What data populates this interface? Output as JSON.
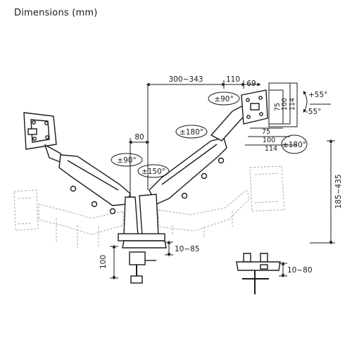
{
  "title": "Dimensions (mm)",
  "dimensions": {
    "arm_span": "300~343",
    "top_offset": "110",
    "top_small": "69",
    "pole_offset": "80",
    "height_range": "185~435",
    "clamp_range": "10~85",
    "grommet_range": "10~80",
    "clamp_height": "100"
  },
  "rotations": {
    "top_swivel": "±90°",
    "upper_arm": "±180°",
    "left_swivel": "±90°",
    "base_swivel": "±150°",
    "screen_rotate": "±180°",
    "tilt_up": "+55°",
    "tilt_down": "-55°"
  },
  "vesa": {
    "v75": "75",
    "v100": "100",
    "v114": "114"
  }
}
